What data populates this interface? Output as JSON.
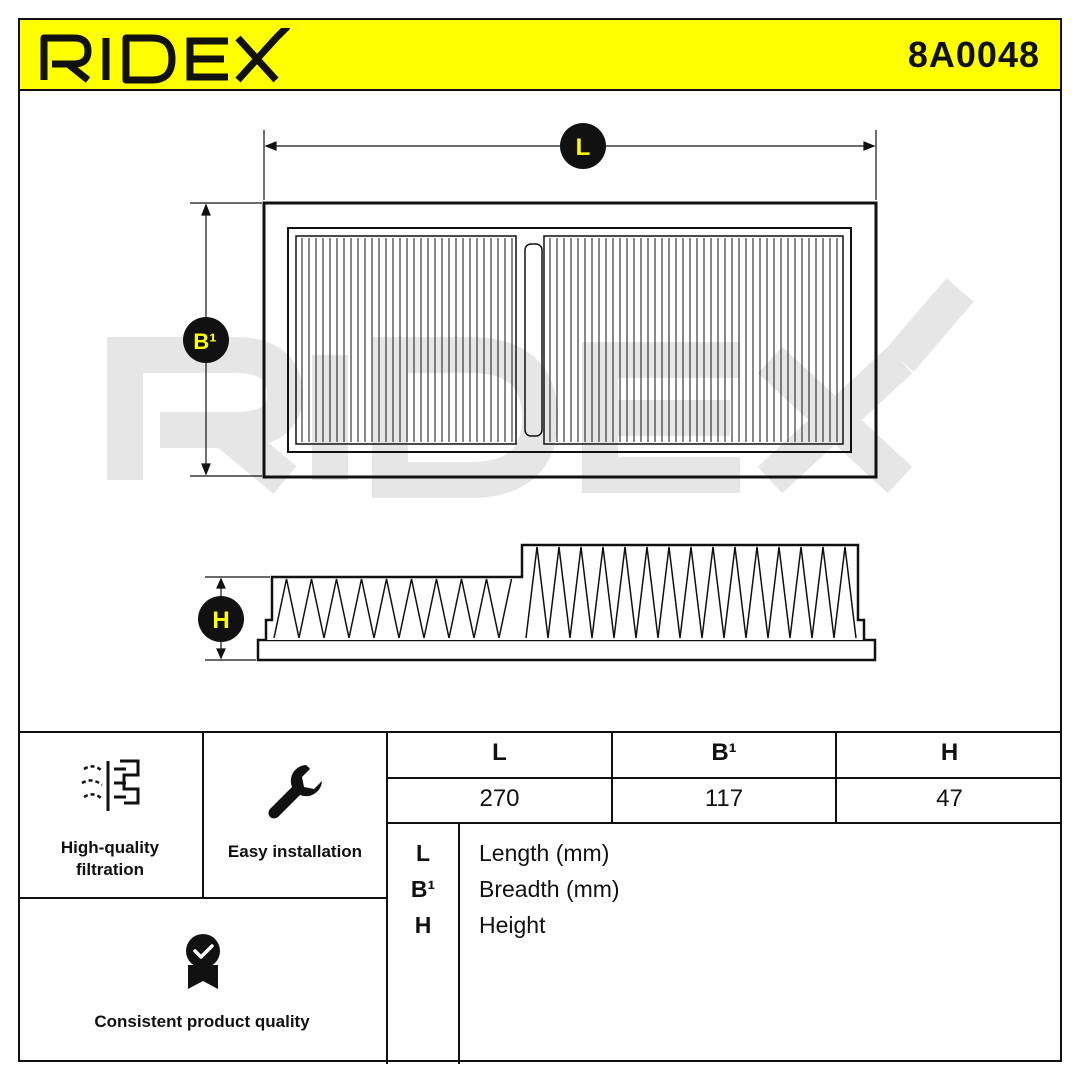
{
  "header": {
    "brand": "RIDEX",
    "part_number": "8A0048"
  },
  "diagram": {
    "labels": {
      "length": "L",
      "breadth": "B¹",
      "height": "H"
    },
    "watermark": "RIDEX"
  },
  "features": [
    {
      "icon": "filtration-icon",
      "label_line1": "High-quality",
      "label_line2": "filtration"
    },
    {
      "icon": "wrench-icon",
      "label_line1": "Easy installation",
      "label_line2": ""
    },
    {
      "icon": "quality-badge-icon",
      "label_line1": "Consistent product quality",
      "label_line2": ""
    }
  ],
  "dimensions_table": {
    "headers": [
      "L",
      "B¹",
      "H"
    ],
    "values": [
      "270",
      "117",
      "47"
    ]
  },
  "legend": [
    {
      "symbol": "L",
      "text": "Length (mm)"
    },
    {
      "symbol": "B¹",
      "text": "Breadth (mm)"
    },
    {
      "symbol": "H",
      "text": "Height"
    }
  ],
  "colors": {
    "accent": "#ffff00",
    "ink": "#111111",
    "watermark": "#e6e6e6"
  }
}
